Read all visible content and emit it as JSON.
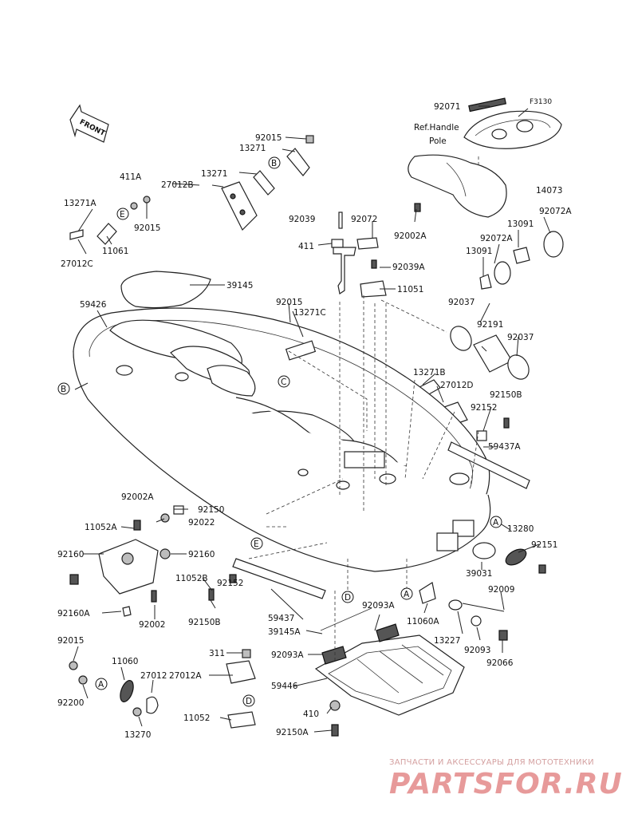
{
  "figure_code": "F3130",
  "front_label": "FRONT",
  "ref_note": [
    "Ref.Handle",
    "Pole"
  ],
  "labels": {
    "92071": "92071",
    "92015_top": "92015",
    "13271_top": "13271",
    "13271_b": "13271",
    "27012B": "27012B",
    "411A": "411A",
    "13271A": "13271A",
    "92015_left": "92015",
    "11061": "11061",
    "27012C": "27012C",
    "92039": "92039",
    "92072": "92072",
    "411": "411",
    "92039A": "92039A",
    "11051": "11051",
    "92002A_top": "92002A",
    "14073": "14073",
    "92072A_r": "92072A",
    "13091_r": "13091",
    "92072A_l": "92072A",
    "13091_l": "13091",
    "39145": "39145",
    "59426": "59426",
    "92015_mid": "92015",
    "13271C": "13271C",
    "92037_a": "92037",
    "92191": "92191",
    "92037_b": "92037",
    "13271B": "13271B",
    "27012D": "27012D",
    "92150B_r": "92150B",
    "92152_r": "92152",
    "59437A": "59437A",
    "92002A_left": "92002A",
    "92150": "92150",
    "11052A": "11052A",
    "92022": "92022",
    "92160_l": "92160",
    "92160_r": "92160",
    "11052B": "11052B",
    "92152_l": "92152",
    "92150B_l": "92150B",
    "92160A": "92160A",
    "92002": "92002",
    "13280": "13280",
    "92151": "92151",
    "39031": "39031",
    "92009": "92009",
    "11060A": "11060A",
    "59437": "59437",
    "92093A_top": "92093A",
    "39145A": "39145A",
    "13227": "13227",
    "92093": "92093",
    "92066": "92066",
    "92015_bl": "92015",
    "11060": "11060",
    "27012": "27012",
    "92200": "92200",
    "13270": "13270",
    "311": "311",
    "27012A": "27012A",
    "92093A_b": "92093A",
    "59446": "59446",
    "410": "410",
    "11052": "11052",
    "92150A": "92150A"
  },
  "callouts": [
    "A",
    "B",
    "C",
    "D",
    "E"
  ],
  "watermark": {
    "line1": "ЗАПЧАСТИ И АКСЕССУАРЫ ДЛЯ МОТОТЕХНИКИ",
    "line2": "PARTSFOR.RU"
  }
}
